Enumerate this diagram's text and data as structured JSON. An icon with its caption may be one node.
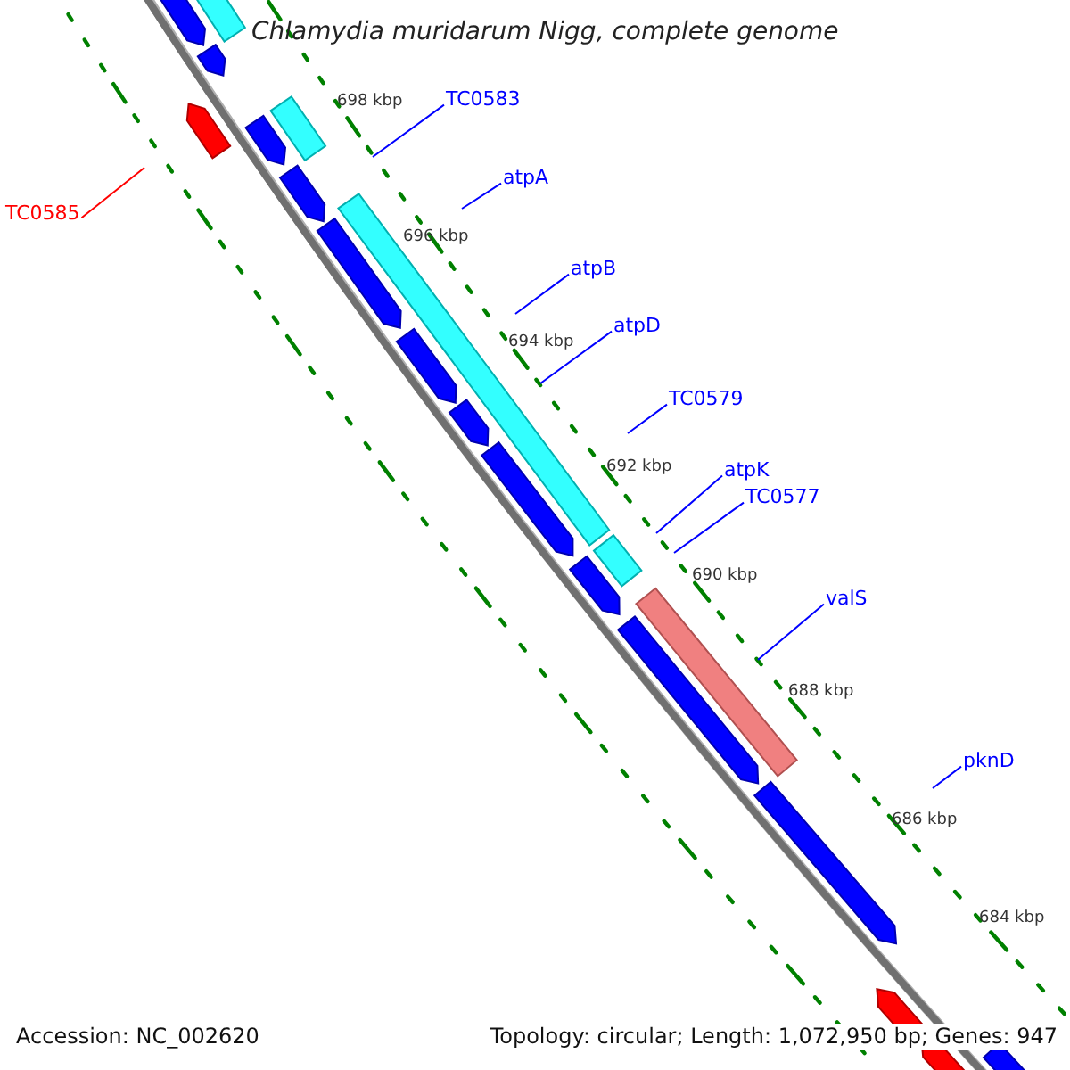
{
  "diagram": {
    "title": "Chlamydia muridarum Nigg, complete genome",
    "nodes": [
      {
        "text": [
          "TC0585"
        ]
      },
      {
        "text": [
          "TC0583"
        ]
      },
      {
        "text": [
          "atpA"
        ]
      },
      {
        "text": [
          "atpB"
        ]
      },
      {
        "text": [
          "atpD"
        ]
      },
      {
        "text": [
          "TC0579"
        ]
      },
      {
        "text": [
          "atpK"
        ]
      },
      {
        "text": [
          "TC0577"
        ]
      },
      {
        "text": [
          "valS"
        ]
      },
      {
        "text": [
          "pknD"
        ]
      }
    ],
    "edges": [
      {
        "from": 0,
        "to": null,
        "arrow": "none",
        "color": "#ff0000"
      },
      {
        "from": 1,
        "to": null,
        "arrow": "none"
      },
      {
        "from": 2,
        "to": null,
        "arrow": "none"
      },
      {
        "from": 3,
        "to": null,
        "arrow": "none"
      },
      {
        "from": 4,
        "to": null,
        "arrow": "none"
      },
      {
        "from": 5,
        "to": null,
        "arrow": "none"
      },
      {
        "from": 6,
        "to": null,
        "arrow": "none"
      },
      {
        "from": 7,
        "to": null,
        "arrow": "none"
      },
      {
        "from": 8,
        "to": null,
        "arrow": "none"
      },
      {
        "from": 9,
        "to": null,
        "arrow": "none"
      }
    ],
    "labels": [
      "698 kbp",
      "696 kbp",
      "694 kbp",
      "692 kbp",
      "690 kbp",
      "688 kbp",
      "686 kbp",
      "684 kbp",
      "Accession: NC_002620",
      "Topology: circular; Length: 1,072,950 bp; Genes: 947"
    ]
  }
}
